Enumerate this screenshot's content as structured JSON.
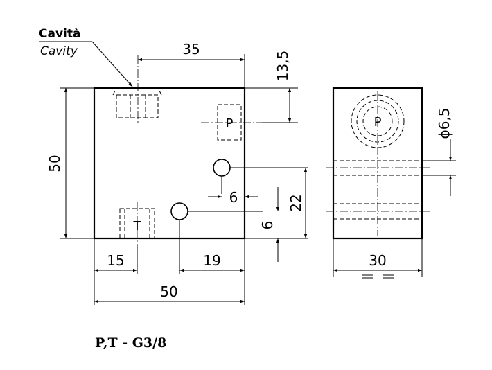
{
  "labels": {
    "cavity_it": "Cavità",
    "cavity_en": "Cavity",
    "port_p_front": "P",
    "port_t": "T",
    "port_p_side": "P"
  },
  "dimensions": {
    "top_35": "35",
    "right_13_5": "13,5",
    "left_50": "50",
    "dim_6_horizontal": "6",
    "dim_22": "22",
    "dim_6_vertical": "6",
    "bottom_15": "15",
    "bottom_19": "19",
    "bottom_50": "50",
    "side_diameter": "ϕ6,5",
    "side_30": "30"
  },
  "footer": {
    "note": "P,T - G3/8"
  }
}
